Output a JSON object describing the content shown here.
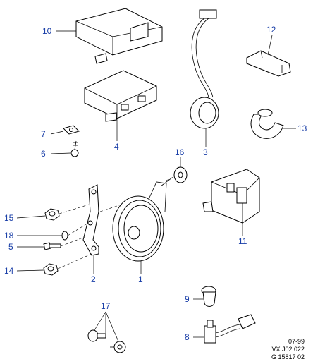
{
  "callouts": {
    "c1": "1",
    "c2": "2",
    "c3": "3",
    "c4": "4",
    "c5": "5",
    "c6": "6",
    "c7": "7",
    "c8": "8",
    "c9": "9",
    "c10": "10",
    "c11": "11",
    "c12": "12",
    "c13": "13",
    "c14": "14",
    "c15": "15",
    "c16": "16",
    "c17": "17",
    "c18": "18"
  },
  "footer": {
    "date": "07-99",
    "ref": "VX J02.022",
    "code": "G 15817 02"
  },
  "colors": {
    "callout": "#1a3fa8",
    "line": "#000000"
  }
}
